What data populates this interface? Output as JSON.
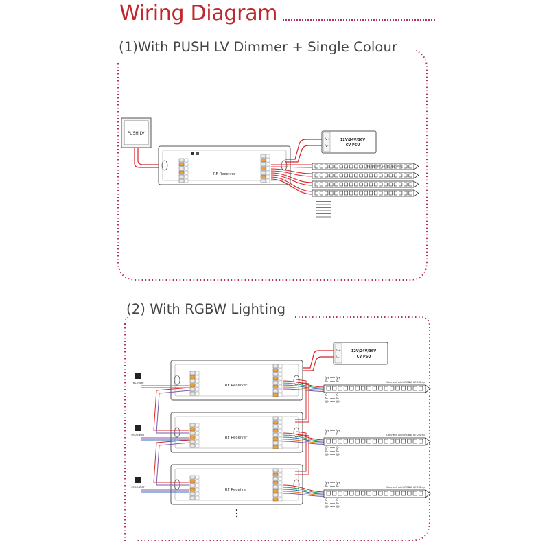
{
  "title": "Wiring Diagram",
  "section1": {
    "heading": "(1)With PUSH LV Dimmer + Single Colour",
    "switch_label": "PUSH LV",
    "psu_line1": "12V/24V/36V",
    "psu_line2": "CV PSU",
    "receiver_label": "RF Receiver",
    "strip_label": "RGB/Single Color LED Strip",
    "plus": "V+",
    "minus": "V-"
  },
  "section2": {
    "heading": "(2) With RGBW Lighting",
    "psu_line1": "12V/24V/36V",
    "psu_line2": "CV PSU",
    "receiver_label": "RF Receiver",
    "strip_label": "Connect with RGBW LED Strip",
    "side_labels": [
      "receiver",
      "repeater",
      "repeater"
    ],
    "channels": [
      "V+",
      "R-",
      "G-",
      "B-",
      "W-"
    ]
  },
  "colors": {
    "title": "#c0282d",
    "frame_dots": "#b0306a",
    "wire_red": "#d8232a",
    "wire_purple": "#7b5aa6",
    "wire_green": "#2aa35b",
    "wire_blue": "#2f6fc0",
    "wire_orange": "#e07a1f",
    "terminal_orange": "#f2a23a"
  }
}
